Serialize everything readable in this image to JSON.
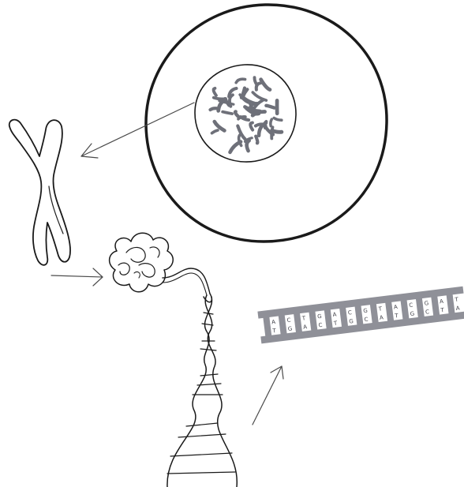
{
  "colors": {
    "ink": "#1a1a1a",
    "chromatin": "#6e7079",
    "dna_ladder": "#8f9098",
    "arrow": "#4a4a4a",
    "background": "#ffffff"
  },
  "ladder": {
    "top_bases": [
      "A",
      "C",
      "T",
      "G",
      "A",
      "C",
      "G",
      "T",
      "A",
      "C",
      "G",
      "A",
      "T"
    ],
    "bottom_bases": [
      "T",
      "G",
      "A",
      "C",
      "T",
      "G",
      "C",
      "A",
      "T",
      "G",
      "C",
      "T",
      "A"
    ]
  }
}
